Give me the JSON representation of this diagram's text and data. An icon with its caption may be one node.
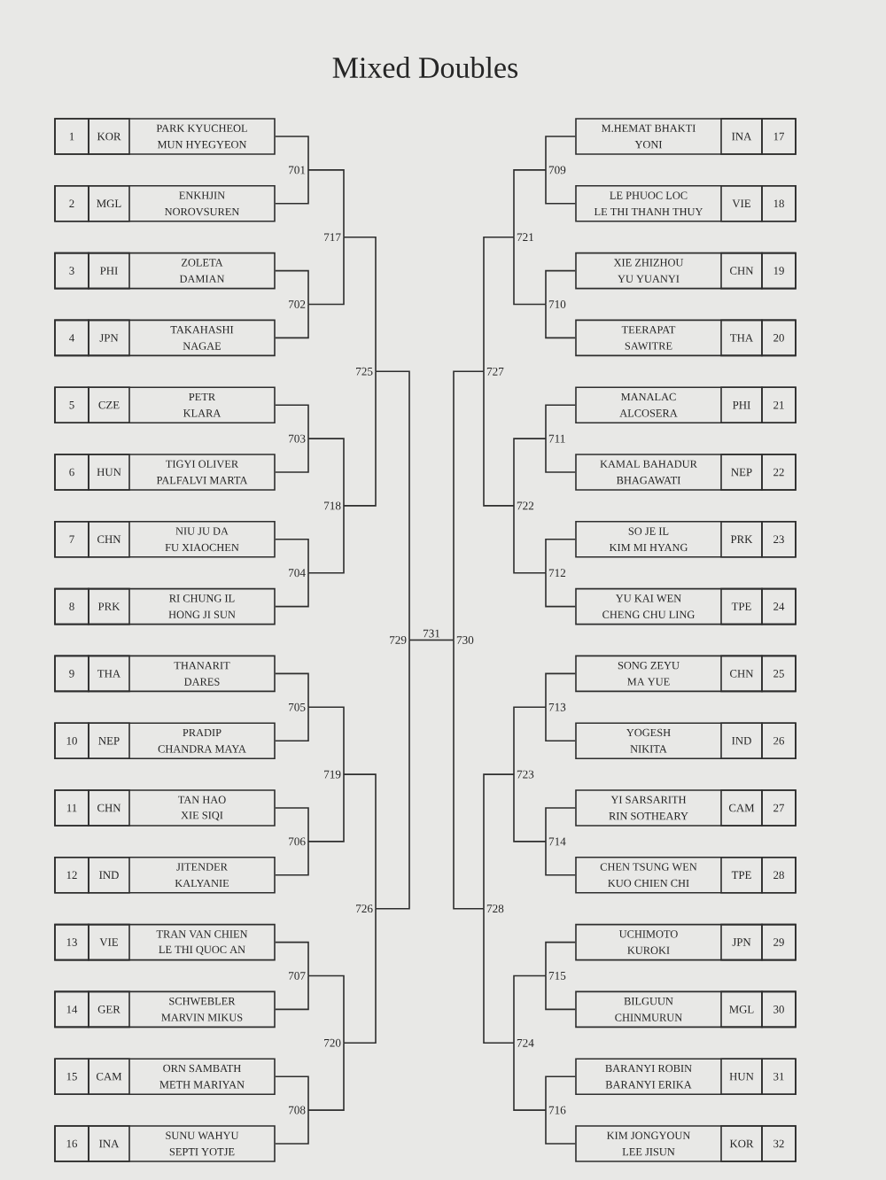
{
  "diagram": {
    "title": "Mixed Doubles",
    "nodes": [
      {
        "text": [
          "1",
          "KOR",
          "PARK KYUCHEOL",
          "MUN HYEGYEON"
        ]
      },
      {
        "text": [
          "2",
          "MGL",
          "ENKHJIN",
          "NOROVSUREN"
        ]
      },
      {
        "text": [
          "3",
          "PHI",
          "ZOLETA",
          "DAMIAN"
        ]
      },
      {
        "text": [
          "4",
          "JPN",
          "TAKAHASHI",
          "NAGAE"
        ]
      },
      {
        "text": [
          "5",
          "CZE",
          "PETR",
          "KLARA"
        ]
      },
      {
        "text": [
          "6",
          "HUN",
          "TIGYI OLIVER",
          "PALFALVI MARTA"
        ]
      },
      {
        "text": [
          "7",
          "CHN",
          "NIU JU DA",
          "FU XIAOCHEN"
        ]
      },
      {
        "text": [
          "8",
          "PRK",
          "RI CHUNG IL",
          "HONG JI SUN"
        ]
      },
      {
        "text": [
          "9",
          "THA",
          "THANARIT",
          "DARES"
        ]
      },
      {
        "text": [
          "10",
          "NEP",
          "PRADIP",
          "CHANDRA MAYA"
        ]
      },
      {
        "text": [
          "11",
          "CHN",
          "TAN HAO",
          "XIE SIQI"
        ]
      },
      {
        "text": [
          "12",
          "IND",
          "JITENDER",
          "KALYANIE"
        ]
      },
      {
        "text": [
          "13",
          "VIE",
          "TRAN VAN CHIEN",
          "LE THI QUOC AN"
        ]
      },
      {
        "text": [
          "14",
          "GER",
          "SCHWEBLER",
          "MARVIN MIKUS"
        ]
      },
      {
        "text": [
          "15",
          "CAM",
          "ORN SAMBATH",
          "METH MARIYAN"
        ]
      },
      {
        "text": [
          "16",
          "INA",
          "SUNU WAHYU",
          "SEPTI YOTJE"
        ]
      },
      {
        "text": [
          "M.HEMAT BHAKTI",
          "YONI",
          "INA",
          "17"
        ]
      },
      {
        "text": [
          "LE PHUOC LOC",
          "LE THI THANH THUY",
          "VIE",
          "18"
        ]
      },
      {
        "text": [
          "XIE ZHIZHOU",
          "YU YUANYI",
          "CHN",
          "19"
        ]
      },
      {
        "text": [
          "TEERAPAT",
          "SAWITRE",
          "THA",
          "20"
        ]
      },
      {
        "text": [
          "MANALAC",
          "ALCOSERA",
          "PHI",
          "21"
        ]
      },
      {
        "text": [
          "KAMAL BAHADUR",
          "BHAGAWATI",
          "NEP",
          "22"
        ]
      },
      {
        "text": [
          "SO JE IL",
          "KIM MI HYANG",
          "PRK",
          "23"
        ]
      },
      {
        "text": [
          "YU KAI WEN",
          "CHENG CHU LING",
          "TPE",
          "24"
        ]
      },
      {
        "text": [
          "SONG ZEYU",
          "MA YUE",
          "CHN",
          "25"
        ]
      },
      {
        "text": [
          "YOGESH",
          "NIKITA",
          "IND",
          "26"
        ]
      },
      {
        "text": [
          "YI SARSARITH",
          "RIN SOTHEARY",
          "CAM",
          "27"
        ]
      },
      {
        "text": [
          "CHEN TSUNG WEN",
          "KUO CHIEN CHI",
          "TPE",
          "28"
        ]
      },
      {
        "text": [
          "UCHIMOTO",
          "KUROKI",
          "JPN",
          "29"
        ]
      },
      {
        "text": [
          "BILGUUN",
          "CHINMURUN",
          "MGL",
          "30"
        ]
      },
      {
        "text": [
          "BARANYI ROBIN",
          "BARANYI ERIKA",
          "HUN",
          "31"
        ]
      },
      {
        "text": [
          "KIM JONGYOUN",
          "LEE JISUN",
          "KOR",
          "32"
        ]
      },
      {
        "text": [
          "701"
        ]
      },
      {
        "text": [
          "702"
        ]
      },
      {
        "text": [
          "703"
        ]
      },
      {
        "text": [
          "704"
        ]
      },
      {
        "text": [
          "705"
        ]
      },
      {
        "text": [
          "706"
        ]
      },
      {
        "text": [
          "707"
        ]
      },
      {
        "text": [
          "708"
        ]
      },
      {
        "text": [
          "709"
        ]
      },
      {
        "text": [
          "710"
        ]
      },
      {
        "text": [
          "711"
        ]
      },
      {
        "text": [
          "712"
        ]
      },
      {
        "text": [
          "713"
        ]
      },
      {
        "text": [
          "714"
        ]
      },
      {
        "text": [
          "715"
        ]
      },
      {
        "text": [
          "716"
        ]
      },
      {
        "text": [
          "717"
        ]
      },
      {
        "text": [
          "718"
        ]
      },
      {
        "text": [
          "719"
        ]
      },
      {
        "text": [
          "720"
        ]
      },
      {
        "text": [
          "721"
        ]
      },
      {
        "text": [
          "722"
        ]
      },
      {
        "text": [
          "723"
        ]
      },
      {
        "text": [
          "724"
        ]
      },
      {
        "text": [
          "725"
        ]
      },
      {
        "text": [
          "726"
        ]
      },
      {
        "text": [
          "727"
        ]
      },
      {
        "text": [
          "728"
        ]
      },
      {
        "text": [
          "729"
        ]
      },
      {
        "text": [
          "730"
        ]
      },
      {
        "text": [
          "731"
        ]
      }
    ],
    "edges": [
      {
        "from": 0,
        "to": 32,
        "arrow": "none"
      },
      {
        "from": 1,
        "to": 32,
        "arrow": "none"
      },
      {
        "from": 2,
        "to": 33,
        "arrow": "none"
      },
      {
        "from": 3,
        "to": 33,
        "arrow": "none"
      },
      {
        "from": 4,
        "to": 34,
        "arrow": "none"
      },
      {
        "from": 5,
        "to": 34,
        "arrow": "none"
      },
      {
        "from": 6,
        "to": 35,
        "arrow": "none"
      },
      {
        "from": 7,
        "to": 35,
        "arrow": "none"
      },
      {
        "from": 8,
        "to": 36,
        "arrow": "none"
      },
      {
        "from": 9,
        "to": 36,
        "arrow": "none"
      },
      {
        "from": 10,
        "to": 37,
        "arrow": "none"
      },
      {
        "from": 11,
        "to": 37,
        "arrow": "none"
      },
      {
        "from": 12,
        "to": 38,
        "arrow": "none"
      },
      {
        "from": 13,
        "to": 38,
        "arrow": "none"
      },
      {
        "from": 14,
        "to": 39,
        "arrow": "none"
      },
      {
        "from": 15,
        "to": 39,
        "arrow": "none"
      },
      {
        "from": 16,
        "to": 40,
        "arrow": "none"
      },
      {
        "from": 17,
        "to": 40,
        "arrow": "none"
      },
      {
        "from": 18,
        "to": 41,
        "arrow": "none"
      },
      {
        "from": 19,
        "to": 41,
        "arrow": "none"
      },
      {
        "from": 20,
        "to": 42,
        "arrow": "none"
      },
      {
        "from": 21,
        "to": 42,
        "arrow": "none"
      },
      {
        "from": 22,
        "to": 43,
        "arrow": "none"
      },
      {
        "from": 23,
        "to": 43,
        "arrow": "none"
      },
      {
        "from": 24,
        "to": 44,
        "arrow": "none"
      },
      {
        "from": 25,
        "to": 44,
        "arrow": "none"
      },
      {
        "from": 26,
        "to": 45,
        "arrow": "none"
      },
      {
        "from": 27,
        "to": 45,
        "arrow": "none"
      },
      {
        "from": 28,
        "to": 46,
        "arrow": "none"
      },
      {
        "from": 29,
        "to": 46,
        "arrow": "none"
      },
      {
        "from": 30,
        "to": 47,
        "arrow": "none"
      },
      {
        "from": 31,
        "to": 47,
        "arrow": "none"
      },
      {
        "from": 32,
        "to": 48,
        "arrow": "none"
      },
      {
        "from": 33,
        "to": 48,
        "arrow": "none"
      },
      {
        "from": 34,
        "to": 49,
        "arrow": "none"
      },
      {
        "from": 35,
        "to": 49,
        "arrow": "none"
      },
      {
        "from": 36,
        "to": 50,
        "arrow": "none"
      },
      {
        "from": 37,
        "to": 50,
        "arrow": "none"
      },
      {
        "from": 38,
        "to": 51,
        "arrow": "none"
      },
      {
        "from": 39,
        "to": 51,
        "arrow": "none"
      },
      {
        "from": 40,
        "to": 52,
        "arrow": "none"
      },
      {
        "from": 41,
        "to": 52,
        "arrow": "none"
      },
      {
        "from": 42,
        "to": 53,
        "arrow": "none"
      },
      {
        "from": 43,
        "to": 53,
        "arrow": "none"
      },
      {
        "from": 44,
        "to": 54,
        "arrow": "none"
      },
      {
        "from": 45,
        "to": 54,
        "arrow": "none"
      },
      {
        "from": 46,
        "to": 55,
        "arrow": "none"
      },
      {
        "from": 47,
        "to": 55,
        "arrow": "none"
      },
      {
        "from": 48,
        "to": 56,
        "arrow": "none"
      },
      {
        "from": 49,
        "to": 56,
        "arrow": "none"
      },
      {
        "from": 50,
        "to": 57,
        "arrow": "none"
      },
      {
        "from": 51,
        "to": 57,
        "arrow": "none"
      },
      {
        "from": 52,
        "to": 58,
        "arrow": "none"
      },
      {
        "from": 53,
        "to": 58,
        "arrow": "none"
      },
      {
        "from": 54,
        "to": 59,
        "arrow": "none"
      },
      {
        "from": 55,
        "to": 59,
        "arrow": "none"
      },
      {
        "from": 56,
        "to": 60,
        "arrow": "none"
      },
      {
        "from": 57,
        "to": 60,
        "arrow": "none"
      },
      {
        "from": 58,
        "to": 61,
        "arrow": "none"
      },
      {
        "from": 59,
        "to": 61,
        "arrow": "none"
      },
      {
        "from": 60,
        "to": 62,
        "arrow": "none"
      },
      {
        "from": 61,
        "to": 62,
        "arrow": "none"
      }
    ]
  }
}
